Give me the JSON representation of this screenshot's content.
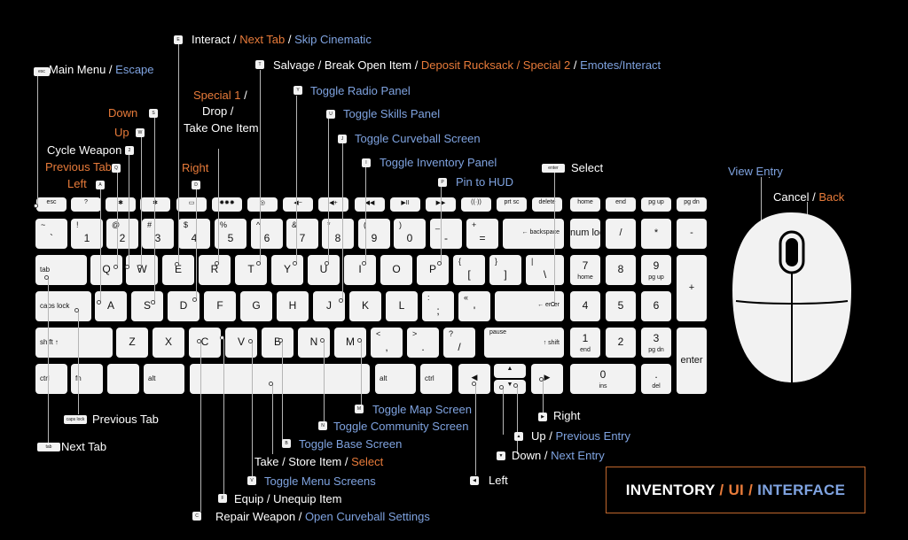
{
  "title": {
    "part1": "INVENTORY",
    "sep1": " / ",
    "part2": "UI",
    "sep2": " / ",
    "part3": "INTERFACE"
  },
  "colors": {
    "background": "#000000",
    "key": "#f2f2f2",
    "accent_orange": "#e87b3a",
    "accent_blue": "#7fa3e0",
    "title_border": "#c0662c"
  },
  "keys": [
    {
      "id": "esc",
      "label": "esc"
    },
    {
      "id": "f1",
      "label": "? "
    },
    {
      "id": "f2",
      "label": "✱"
    },
    {
      "id": "f3",
      "label": "✱"
    },
    {
      "id": "f4",
      "label": "▭"
    },
    {
      "id": "f5",
      "label": "✹✹✹"
    },
    {
      "id": "f6",
      "label": "◎"
    },
    {
      "id": "f7",
      "label": "◀−"
    },
    {
      "id": "f8",
      "label": "◀+"
    },
    {
      "id": "f9",
      "label": "◀◀"
    },
    {
      "id": "f10",
      "label": "▶II"
    },
    {
      "id": "f11",
      "label": "▶▶"
    },
    {
      "id": "f12",
      "label": "((·))"
    },
    {
      "id": "prtsc",
      "label": "prt sc"
    },
    {
      "id": "delete",
      "label": "delete"
    },
    {
      "id": "home",
      "label": "home"
    },
    {
      "id": "end",
      "label": "end"
    },
    {
      "id": "pgup",
      "label": "pg up"
    },
    {
      "id": "pgdn",
      "label": "pg dn"
    },
    {
      "id": "tilde",
      "top": "~",
      "main": "`"
    },
    {
      "id": "k1",
      "top": "!",
      "main": "1"
    },
    {
      "id": "k2",
      "top": "@",
      "main": "2"
    },
    {
      "id": "k3",
      "top": "#",
      "main": "3"
    },
    {
      "id": "k4",
      "top": "$",
      "main": "4"
    },
    {
      "id": "k5",
      "top": "%",
      "main": "5"
    },
    {
      "id": "k6",
      "top": "^",
      "main": "6"
    },
    {
      "id": "k7",
      "top": "&",
      "main": "7"
    },
    {
      "id": "k8",
      "top": "*",
      "main": "8"
    },
    {
      "id": "k9",
      "top": "(",
      "main": "9"
    },
    {
      "id": "k0",
      "top": ")",
      "main": "0"
    },
    {
      "id": "minus",
      "top": "_",
      "main": "-"
    },
    {
      "id": "equal",
      "top": "+",
      "main": "="
    },
    {
      "id": "backspace",
      "label": "← backspace"
    },
    {
      "id": "numlock",
      "label": "num lock"
    },
    {
      "id": "npdiv",
      "label": "/"
    },
    {
      "id": "npmul",
      "label": "*"
    },
    {
      "id": "npsub",
      "label": "-"
    },
    {
      "id": "tab",
      "label": "tab"
    },
    {
      "id": "q",
      "main": "Q"
    },
    {
      "id": "w",
      "main": "W"
    },
    {
      "id": "e",
      "main": "E"
    },
    {
      "id": "r",
      "main": "R"
    },
    {
      "id": "t",
      "main": "T"
    },
    {
      "id": "y",
      "main": "Y"
    },
    {
      "id": "u",
      "main": "U"
    },
    {
      "id": "i",
      "main": "I"
    },
    {
      "id": "o",
      "main": "O"
    },
    {
      "id": "p",
      "main": "P"
    },
    {
      "id": "lbr",
      "top": "{",
      "main": "["
    },
    {
      "id": "rbr",
      "top": "}",
      "main": "]"
    },
    {
      "id": "bslash",
      "top": "|",
      "main": "\\"
    },
    {
      "id": "np7",
      "main": "7",
      "sub": "home"
    },
    {
      "id": "np8",
      "main": "8"
    },
    {
      "id": "np9",
      "main": "9",
      "sub": "pg up"
    },
    {
      "id": "npadd",
      "label": "+"
    },
    {
      "id": "caps",
      "label": "caps lock"
    },
    {
      "id": "a",
      "main": "A"
    },
    {
      "id": "s",
      "main": "S"
    },
    {
      "id": "d",
      "main": "D"
    },
    {
      "id": "f",
      "main": "F"
    },
    {
      "id": "g",
      "main": "G"
    },
    {
      "id": "h",
      "main": "H"
    },
    {
      "id": "j",
      "main": "J"
    },
    {
      "id": "k",
      "main": "K"
    },
    {
      "id": "l",
      "main": "L"
    },
    {
      "id": "semi",
      "top": ":",
      "main": ";"
    },
    {
      "id": "quote",
      "top": "«",
      "main": "'"
    },
    {
      "id": "enter",
      "label": "← enter"
    },
    {
      "id": "np4",
      "main": "4"
    },
    {
      "id": "np5",
      "main": "5"
    },
    {
      "id": "np6",
      "main": "6"
    },
    {
      "id": "lshift",
      "label": "shift ↑"
    },
    {
      "id": "z",
      "main": "Z"
    },
    {
      "id": "x",
      "main": "X"
    },
    {
      "id": "c",
      "main": "C"
    },
    {
      "id": "v",
      "main": "V"
    },
    {
      "id": "b",
      "main": "B"
    },
    {
      "id": "n",
      "main": "N"
    },
    {
      "id": "m",
      "main": "M"
    },
    {
      "id": "comma",
      "top": "<",
      "main": ","
    },
    {
      "id": "period",
      "top": ">",
      "main": "."
    },
    {
      "id": "slash",
      "top": "?",
      "main": "/"
    },
    {
      "id": "rshift",
      "top": "pause",
      "main": "↑ shift"
    },
    {
      "id": "np1",
      "main": "1",
      "sub": "end"
    },
    {
      "id": "np2",
      "main": "2"
    },
    {
      "id": "np3",
      "main": "3",
      "sub": "pg dn"
    },
    {
      "id": "npenter",
      "label": "enter"
    },
    {
      "id": "ctrl",
      "label": "ctrl"
    },
    {
      "id": "fn",
      "label": "fn"
    },
    {
      "id": "win",
      "label": ""
    },
    {
      "id": "alt",
      "label": "alt"
    },
    {
      "id": "space",
      "label": ""
    },
    {
      "id": "altgr",
      "label": "alt"
    },
    {
      "id": "rctrl",
      "label": "ctrl"
    },
    {
      "id": "left",
      "label": "◀"
    },
    {
      "id": "up",
      "label": "▲"
    },
    {
      "id": "down",
      "label": "▼"
    },
    {
      "id": "right",
      "label": "▶"
    },
    {
      "id": "np0",
      "main": "0",
      "sub": "ins"
    },
    {
      "id": "npdel",
      "main": ".",
      "sub": "del"
    }
  ],
  "labels": [
    {
      "id": "main-menu",
      "badge": "esc",
      "parts": [
        [
          "w",
          "Main Menu / "
        ],
        [
          "b",
          "Escape"
        ]
      ]
    },
    {
      "id": "interact",
      "badge": "E",
      "parts": [
        [
          "w",
          "Interact / "
        ],
        [
          "o",
          "Next Tab"
        ],
        [
          "w",
          " / "
        ],
        [
          "b",
          "Skip Cinematic"
        ]
      ]
    },
    {
      "id": "salvage",
      "badge": "T",
      "parts": [
        [
          "w",
          "Salvage / Break Open Item / "
        ],
        [
          "o",
          "Deposit Rucksack / Special 2"
        ],
        [
          "w",
          " / "
        ],
        [
          "b",
          "Emotes/Interact"
        ]
      ]
    },
    {
      "id": "radio",
      "badge": "Y",
      "parts": [
        [
          "b",
          "Toggle Radio Panel"
        ]
      ]
    },
    {
      "id": "skills",
      "badge": "U",
      "parts": [
        [
          "b",
          "Toggle Skills Panel"
        ]
      ]
    },
    {
      "id": "curveball",
      "badge": "J",
      "parts": [
        [
          "b",
          "Toggle Curveball Screen"
        ]
      ]
    },
    {
      "id": "inventory",
      "badge": "I",
      "parts": [
        [
          "b",
          "Toggle Inventory Panel"
        ]
      ]
    },
    {
      "id": "pin",
      "badge": "P",
      "parts": [
        [
          "b",
          "Pin to HUD"
        ]
      ]
    },
    {
      "id": "select",
      "badge": "enter",
      "parts": [
        [
          "w",
          "Select"
        ]
      ]
    },
    {
      "id": "special1",
      "parts": [
        [
          "o",
          "Special 1"
        ],
        [
          "w",
          " /"
        ]
      ]
    },
    {
      "id": "drop",
      "parts": [
        [
          "w",
          "Drop /"
        ]
      ]
    },
    {
      "id": "takeone",
      "parts": [
        [
          "w",
          "Take One Item"
        ]
      ]
    },
    {
      "id": "down",
      "badge": "S",
      "parts": [
        [
          "o",
          "Down"
        ]
      ]
    },
    {
      "id": "up",
      "badge": "W",
      "parts": [
        [
          "o",
          "Up"
        ]
      ]
    },
    {
      "id": "cycle",
      "badge": "2",
      "parts": [
        [
          "w",
          "Cycle Weapon"
        ]
      ]
    },
    {
      "id": "prevtab-q",
      "badge": "Q",
      "parts": [
        [
          "o",
          "Previous Tab"
        ]
      ]
    },
    {
      "id": "left-a",
      "badge": "A",
      "parts": [
        [
          "o",
          "Left"
        ]
      ]
    },
    {
      "id": "right-d",
      "badge": "D",
      "parts": [
        [
          "o",
          "Right"
        ]
      ]
    },
    {
      "id": "view",
      "parts": [
        [
          "b",
          "View Entry"
        ]
      ]
    },
    {
      "id": "cancel",
      "parts": [
        [
          "w",
          "Cancel / "
        ],
        [
          "o",
          "Back"
        ]
      ]
    },
    {
      "id": "prevtab-caps",
      "badge": "caps lock",
      "parts": [
        [
          "w",
          "Previous Tab"
        ]
      ]
    },
    {
      "id": "nexttab-tab",
      "badge": "tab",
      "parts": [
        [
          "w",
          "Next Tab"
        ]
      ]
    },
    {
      "id": "togglemap",
      "badge": "M",
      "parts": [
        [
          "b",
          "Toggle Map Screen"
        ]
      ]
    },
    {
      "id": "togglecomm",
      "badge": "N",
      "parts": [
        [
          "b",
          "Toggle Community Screen"
        ]
      ]
    },
    {
      "id": "togglebase",
      "badge": "B",
      "parts": [
        [
          "b",
          "Toggle Base Screen"
        ]
      ]
    },
    {
      "id": "takestore",
      "parts": [
        [
          "w",
          "Take / Store Item / "
        ],
        [
          "o",
          "Select"
        ]
      ]
    },
    {
      "id": "togglemenu",
      "badge": "V",
      "parts": [
        [
          "b",
          "Toggle Menu Screens"
        ]
      ]
    },
    {
      "id": "equip",
      "badge": "F",
      "parts": [
        [
          "w",
          "Equip / Unequip Item"
        ]
      ]
    },
    {
      "id": "repair",
      "badge": "C",
      "parts": [
        [
          "w",
          "Repair Weapon / "
        ],
        [
          "b",
          "Open Curveball Settings"
        ]
      ]
    },
    {
      "id": "arrow-right",
      "badge": "▶",
      "parts": [
        [
          "w",
          "Right"
        ]
      ]
    },
    {
      "id": "arrow-up",
      "badge": "▲",
      "parts": [
        [
          "w",
          "Up / "
        ],
        [
          "b",
          "Previous Entry"
        ]
      ]
    },
    {
      "id": "arrow-down",
      "badge": "▼",
      "parts": [
        [
          "w",
          "Down / "
        ],
        [
          "b",
          "Next Entry"
        ]
      ]
    },
    {
      "id": "arrow-left",
      "badge": "◀",
      "parts": [
        [
          "w",
          "Left"
        ]
      ]
    }
  ]
}
